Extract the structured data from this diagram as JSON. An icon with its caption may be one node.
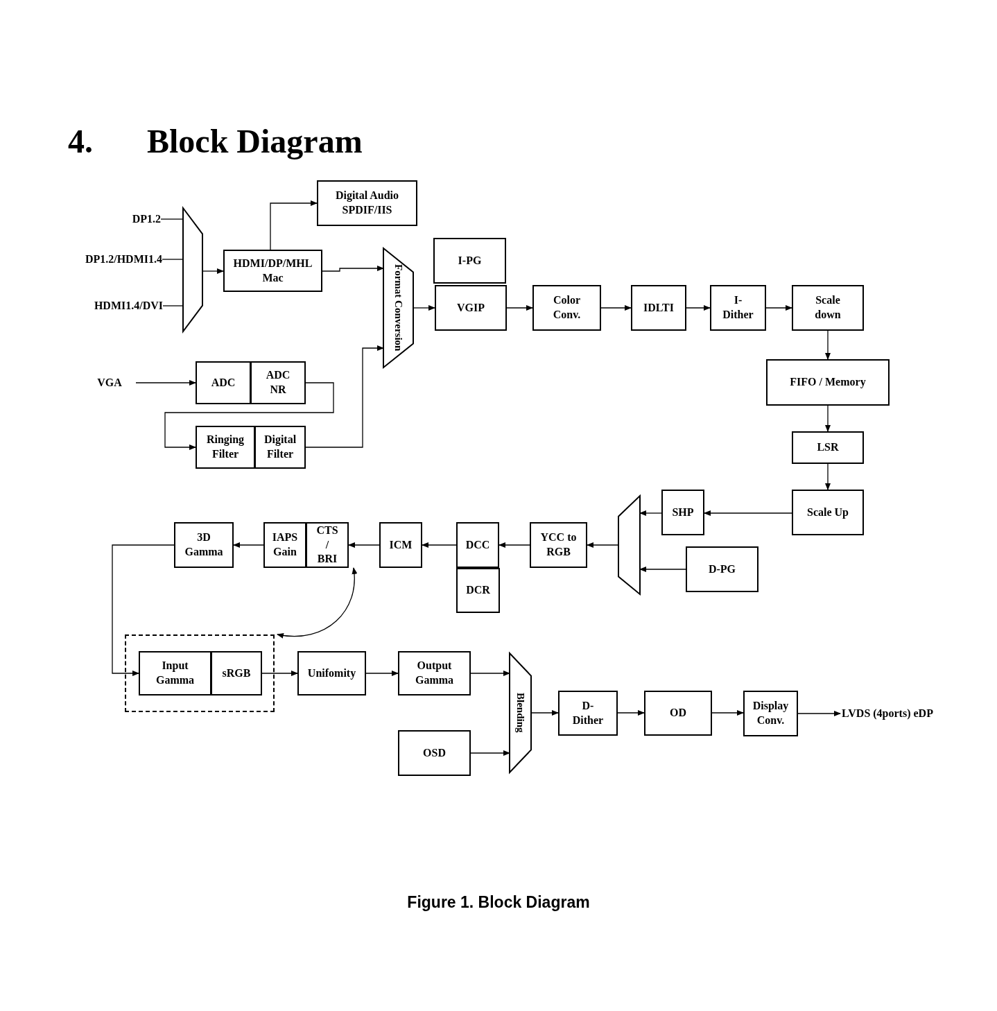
{
  "diagram": {
    "title": "Block Diagram",
    "caption": "Figure 1. Block Diagram",
    "labels": [
      "4."
    ],
    "nodes": [
      {
        "text": [
          "DP1.2"
        ]
      },
      {
        "text": [
          "DP1.2/HDMI1.4"
        ]
      },
      {
        "text": [
          "HDMI1.4/DVI"
        ]
      },
      {
        "text": [],
        "shape": "trapezoid"
      },
      {
        "text": [
          "HDMI/DP/MHL Mac"
        ]
      },
      {
        "text": [
          "Digital Audio SPDIF/IIS"
        ]
      },
      {
        "text": [
          "Format Conversion"
        ]
      },
      {
        "text": [
          "VGA"
        ]
      },
      {
        "text": [
          "ADC"
        ]
      },
      {
        "text": [
          "ADC NR"
        ]
      },
      {
        "text": [
          "Ringing Filter"
        ]
      },
      {
        "text": [
          "Digital Filter"
        ]
      },
      {
        "text": [
          "I-PG"
        ]
      },
      {
        "text": [
          "VGIP"
        ]
      },
      {
        "text": [
          "Color Conv."
        ]
      },
      {
        "text": [
          "IDLTI"
        ]
      },
      {
        "text": [
          "I-Dither"
        ]
      },
      {
        "text": [
          "Scale down"
        ]
      },
      {
        "text": [
          "FIFO / Memory"
        ]
      },
      {
        "text": [
          "LSR"
        ]
      },
      {
        "text": [
          "Scale Up"
        ]
      },
      {
        "text": [
          "SHP"
        ]
      },
      {
        "text": [
          "D-PG"
        ]
      },
      {
        "text": [],
        "shape": "trapezoid"
      },
      {
        "text": [
          "YCC to RGB"
        ]
      },
      {
        "text": [
          "DCC"
        ]
      },
      {
        "text": [
          "DCR"
        ]
      },
      {
        "text": [
          "ICM"
        ]
      },
      {
        "text": [
          "IAPS Gain"
        ]
      },
      {
        "text": [
          "CTS / BRI"
        ]
      },
      {
        "text": [
          "3D Gamma"
        ]
      },
      {
        "text": [],
        "shape": "box"
      },
      {
        "text": [
          "Input Gamma"
        ],
        "in": 31
      },
      {
        "text": [
          "sRGB"
        ],
        "in": 31
      },
      {
        "text": [
          "Unifomity"
        ]
      },
      {
        "text": [
          "Output Gamma"
        ]
      },
      {
        "text": [
          "OSD"
        ]
      },
      {
        "text": [
          "Blending"
        ]
      },
      {
        "text": [
          "D-Dither"
        ]
      },
      {
        "text": [
          "OD"
        ]
      },
      {
        "text": [
          "Display Conv."
        ]
      },
      {
        "text": [
          "LVDS (4ports) eDP"
        ]
      }
    ],
    "edges": [
      {
        "from": 0,
        "to": 3,
        "arrow": "none"
      },
      {
        "from": 1,
        "to": 3,
        "arrow": "none"
      },
      {
        "from": 2,
        "to": 3,
        "arrow": "none"
      },
      {
        "from": 3,
        "to": 4,
        "arrow": "to"
      },
      {
        "from": 4,
        "to": 5,
        "arrow": "to"
      },
      {
        "from": 4,
        "to": 6,
        "arrow": "to"
      },
      {
        "from": 7,
        "to": 8,
        "arrow": "to"
      },
      {
        "from": 9,
        "to": 10,
        "arrow": "to"
      },
      {
        "from": 11,
        "to": 6,
        "arrow": "to"
      },
      {
        "from": 6,
        "to": 13,
        "arrow": "to"
      },
      {
        "from": 13,
        "to": 14,
        "arrow": "to"
      },
      {
        "from": 14,
        "to": 15,
        "arrow": "to"
      },
      {
        "from": 15,
        "to": 16,
        "arrow": "to"
      },
      {
        "from": 16,
        "to": 17,
        "arrow": "to"
      },
      {
        "from": 17,
        "to": 18,
        "arrow": "to"
      },
      {
        "from": 18,
        "to": 19,
        "arrow": "to"
      },
      {
        "from": 19,
        "to": 20,
        "arrow": "to"
      },
      {
        "from": 20,
        "to": 21,
        "arrow": "to"
      },
      {
        "from": 21,
        "to": 23,
        "arrow": "to"
      },
      {
        "from": 22,
        "to": 23,
        "arrow": "to"
      },
      {
        "from": 23,
        "to": 24,
        "arrow": "to"
      },
      {
        "from": 24,
        "to": 25,
        "arrow": "to"
      },
      {
        "from": 25,
        "to": 27,
        "arrow": "to"
      },
      {
        "from": 27,
        "to": 29,
        "arrow": "to"
      },
      {
        "from": 28,
        "to": 30,
        "arrow": "to"
      },
      {
        "from": 30,
        "to": 32,
        "arrow": "to"
      },
      {
        "from": 31,
        "to": 29,
        "arrow": "both"
      },
      {
        "from": 33,
        "to": 34,
        "arrow": "to"
      },
      {
        "from": 34,
        "to": 35,
        "arrow": "to"
      },
      {
        "from": 35,
        "to": 37,
        "arrow": "to"
      },
      {
        "from": 36,
        "to": 37,
        "arrow": "to"
      },
      {
        "from": 37,
        "to": 38,
        "arrow": "to"
      },
      {
        "from": 38,
        "to": 39,
        "arrow": "to"
      },
      {
        "from": 39,
        "to": 40,
        "arrow": "to"
      },
      {
        "from": 40,
        "to": 41,
        "arrow": "to"
      }
    ]
  }
}
